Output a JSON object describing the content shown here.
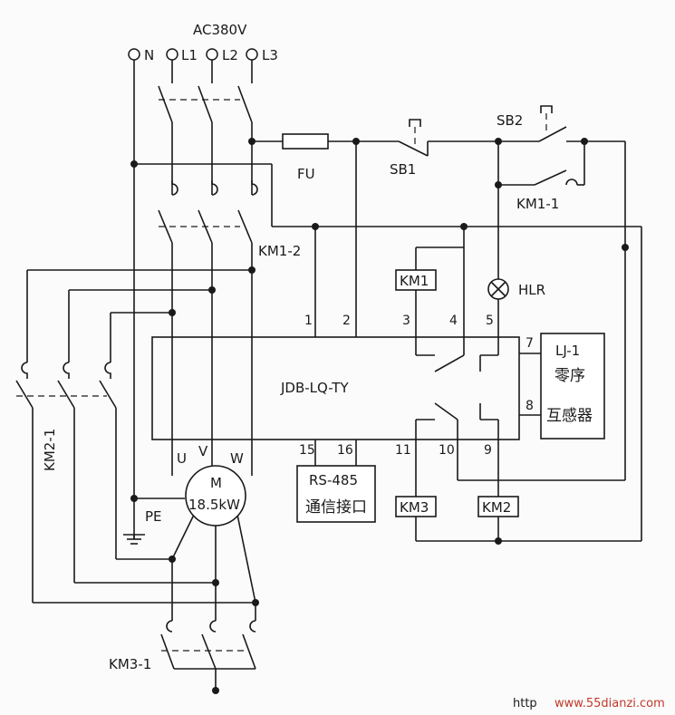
{
  "supply": {
    "voltage": "AC380V",
    "terminals": [
      "N",
      "L1",
      "L2",
      "L3"
    ]
  },
  "components": {
    "fuse": "FU",
    "stop_button": "SB1",
    "start_button": "SB2",
    "km1_aux": "KM1-1",
    "km1_main": "KM1-2",
    "km2_main": "KM2-1",
    "km3_main": "KM3-1",
    "km1_coil": "KM1",
    "km2_coil": "KM2",
    "km3_coil": "KM3",
    "lamp": "HLR",
    "earth": "PE"
  },
  "controller": {
    "name": "JDB-LQ-TY",
    "pins_top": [
      "1",
      "2",
      "3",
      "4",
      "5"
    ],
    "pins_right": [
      "7",
      "8"
    ],
    "pins_bottom": [
      "15",
      "16",
      "11",
      "10",
      "9"
    ]
  },
  "sensor": {
    "code": "LJ-1",
    "line1": "零序",
    "line2": "互感器"
  },
  "comm": {
    "line1": "RS-485",
    "line2": "通信接口"
  },
  "motor": {
    "symbol": "M",
    "rating": "18.5kW",
    "phases": [
      "U",
      "V",
      "W"
    ]
  },
  "watermark": {
    "prefix": "http",
    "site": "www.55dianzi.com"
  }
}
